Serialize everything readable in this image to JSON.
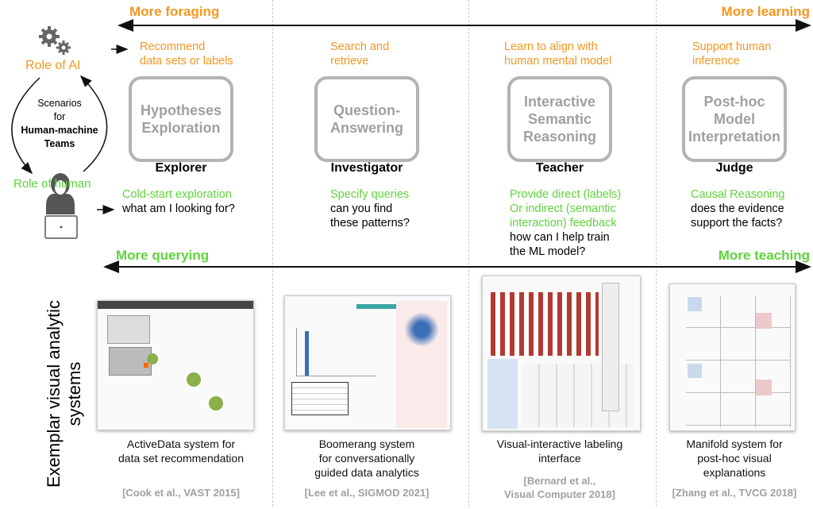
{
  "axes": {
    "top_left": "More foraging",
    "top_right": "More learning",
    "bottom_left": "More querying",
    "bottom_right": "More teaching"
  },
  "left": {
    "role_ai": "Role of AI",
    "role_human": "Role of human",
    "scenarios_1": "Scenarios",
    "scenarios_2": "for",
    "scenarios_3": "Human-machine",
    "scenarios_4": "Teams",
    "vertical_title_1": "Exemplar visual analytic",
    "vertical_title_2": "systems"
  },
  "columns": [
    {
      "ai_1": "Recommend",
      "ai_2": "data sets or labels",
      "box_1": "Hypotheses",
      "box_2": "Exploration",
      "box_3": "",
      "role": "Explorer",
      "human_green_1": "Cold-start exploration",
      "human_green_2": "",
      "human_black_1": "what am I looking for?",
      "human_black_2": "",
      "caption_1": "ActiveData system for",
      "caption_2": "data set recommendation",
      "caption_3": "",
      "cite_1": "[Cook et al., VAST 2015]",
      "cite_2": ""
    },
    {
      "ai_1": "Search and",
      "ai_2": "retrieve",
      "box_1": "Question-",
      "box_2": "Answering",
      "box_3": "",
      "role": "Investigator",
      "human_green_1": "Specify queries",
      "human_green_2": "",
      "human_black_1": "can you find",
      "human_black_2": "these patterns?",
      "caption_1": "Boomerang system",
      "caption_2": "for conversationally",
      "caption_3": "guided data analytics",
      "cite_1": "[Lee et al., SIGMOD 2021]",
      "cite_2": ""
    },
    {
      "ai_1": "Learn to align with",
      "ai_2": "human mental model",
      "box_1": "Interactive",
      "box_2": "Semantic",
      "box_3": "Reasoning",
      "role": "Teacher",
      "human_green_1": "Provide direct (labels)",
      "human_green_2": "Or indirect (semantic interaction) feedback",
      "human_black_1": "how can I help train",
      "human_black_2": "the ML model?",
      "caption_1": "Visual-interactive labeling",
      "caption_2": "interface",
      "caption_3": "",
      "cite_1": "[Bernard et al.,",
      "cite_2": "Visual Computer 2018]"
    },
    {
      "ai_1": "Support human",
      "ai_2": "inference",
      "box_1": "Post-hoc",
      "box_2": "Model",
      "box_3": "Interpretation",
      "role": "Judge",
      "human_green_1": "Causal Reasoning",
      "human_green_2": "",
      "human_black_1": "does the evidence",
      "human_black_2": "support the facts?",
      "caption_1": "Manifold system for",
      "caption_2": "post-hoc visual",
      "caption_3": "explanations",
      "cite_1": "[Zhang et al., TVCG 2018]",
      "cite_2": ""
    }
  ],
  "colors": {
    "orange": "#f4961f",
    "green": "#5fd33c",
    "box": "#b3b3b3"
  }
}
